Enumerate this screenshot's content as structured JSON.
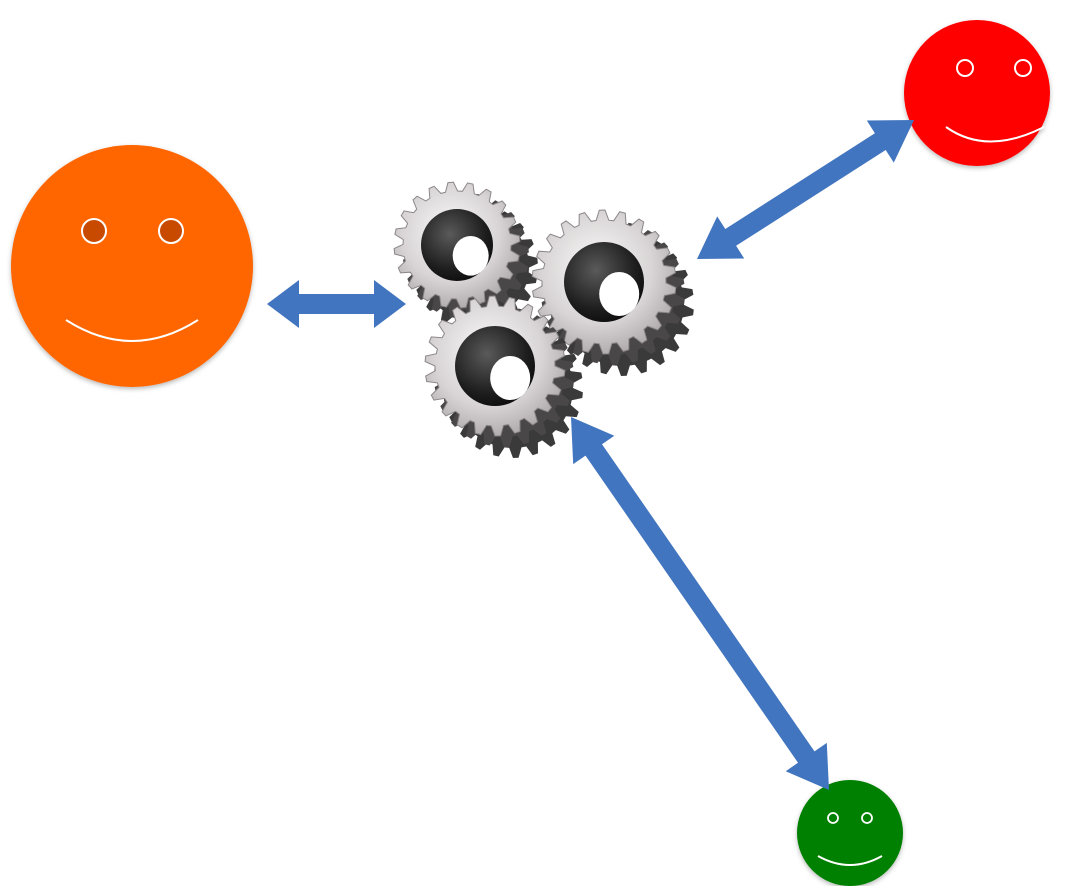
{
  "faces": [
    {
      "id": "orange",
      "color": "#ff6600",
      "eye_fill": "#c84a00",
      "eye_stroke": "#ffffff",
      "smile": "#ffffff"
    },
    {
      "id": "red",
      "color": "#ff0000",
      "eye_fill": "#ff0000",
      "eye_stroke": "#ffffff",
      "smile": "#ffffff"
    },
    {
      "id": "green",
      "color": "#008000",
      "eye_fill": "#008000",
      "eye_stroke": "#ffffff",
      "smile": "#ffffff"
    }
  ],
  "hub": {
    "icon": "gears-icon",
    "count": 3,
    "metal_light": "#e8e6e6",
    "metal_dark": "#3a3a3a"
  },
  "connectors": [
    {
      "from": "orange",
      "to": "hub",
      "style": "double-arrow"
    },
    {
      "from": "red",
      "to": "hub",
      "style": "double-arrow"
    },
    {
      "from": "green",
      "to": "hub",
      "style": "double-arrow"
    }
  ],
  "arrow_color": "#4275bf"
}
